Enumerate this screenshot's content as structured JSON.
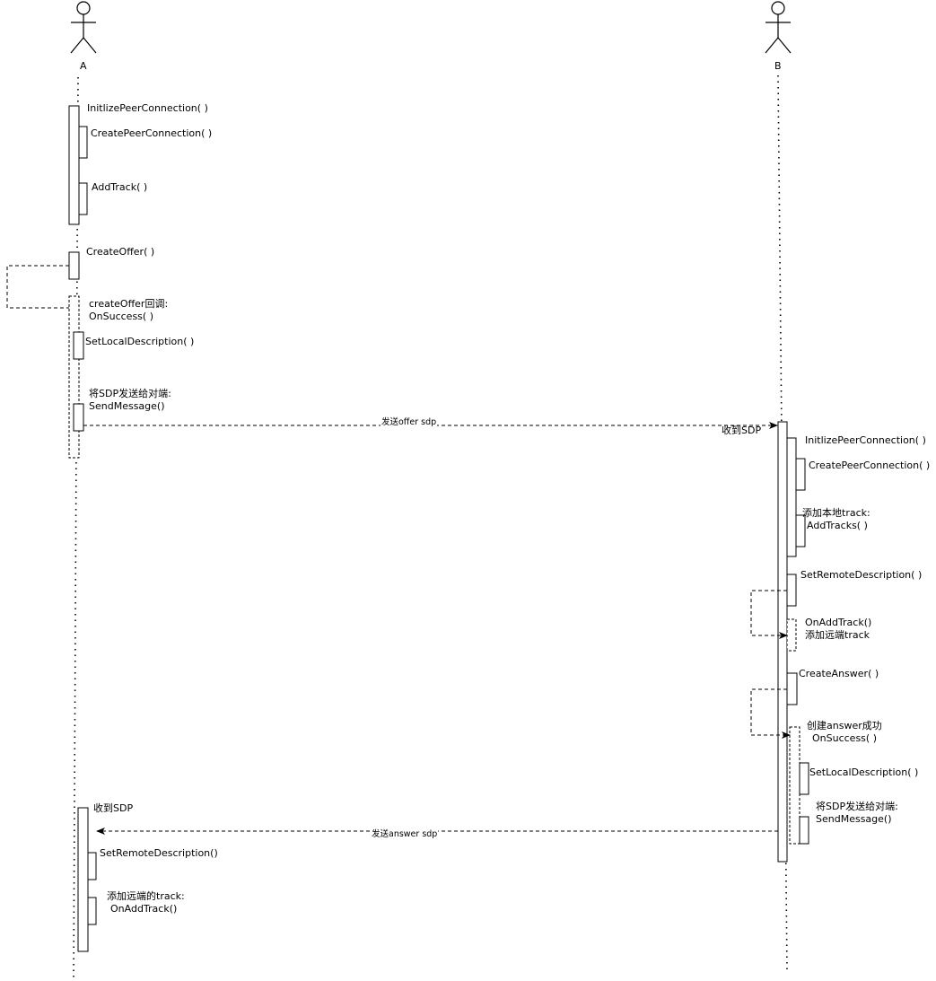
{
  "actors": {
    "a": {
      "name": "A"
    },
    "b": {
      "name": "B"
    }
  },
  "a_side": {
    "init_pc": "InitlizePeerConnection( )",
    "create_pc": "CreatePeerConnection( )",
    "add_track": "AddTrack( )",
    "create_offer": "CreateOffer( )",
    "offer_callback": "createOffer回调:",
    "offer_on_success": "OnSuccess( )",
    "set_local_desc": "SetLocalDescription( )",
    "send_sdp_note": "将SDP发送给对端:",
    "send_message": "SendMessage()",
    "recv_sdp": "收到SDP",
    "set_remote_desc": "SetRemoteDescription()",
    "add_remote_track_note": "添加远端的track:",
    "on_add_track": "OnAddTrack()"
  },
  "messages": {
    "send_offer": "发送offer sdp",
    "send_answer": "发送answer sdp"
  },
  "b_side": {
    "recv_sdp": "收到SDP",
    "init_pc": "InitlizePeerConnection( )",
    "create_pc": "CreatePeerConnection( )",
    "add_local_track_note": "添加本地track:",
    "add_tracks": "AddTracks( )",
    "set_remote_desc": "SetRemoteDescription( )",
    "on_add_track": "OnAddTrack()",
    "add_remote_track_note": "添加远端track",
    "create_answer": "CreateAnswer( )",
    "answer_success_note": "创建answer成功",
    "answer_on_success": "OnSuccess( )",
    "set_local_desc": "SetLocalDescription( )",
    "send_sdp_note": "将SDP发送给对端:",
    "send_message": "SendMessage()"
  }
}
